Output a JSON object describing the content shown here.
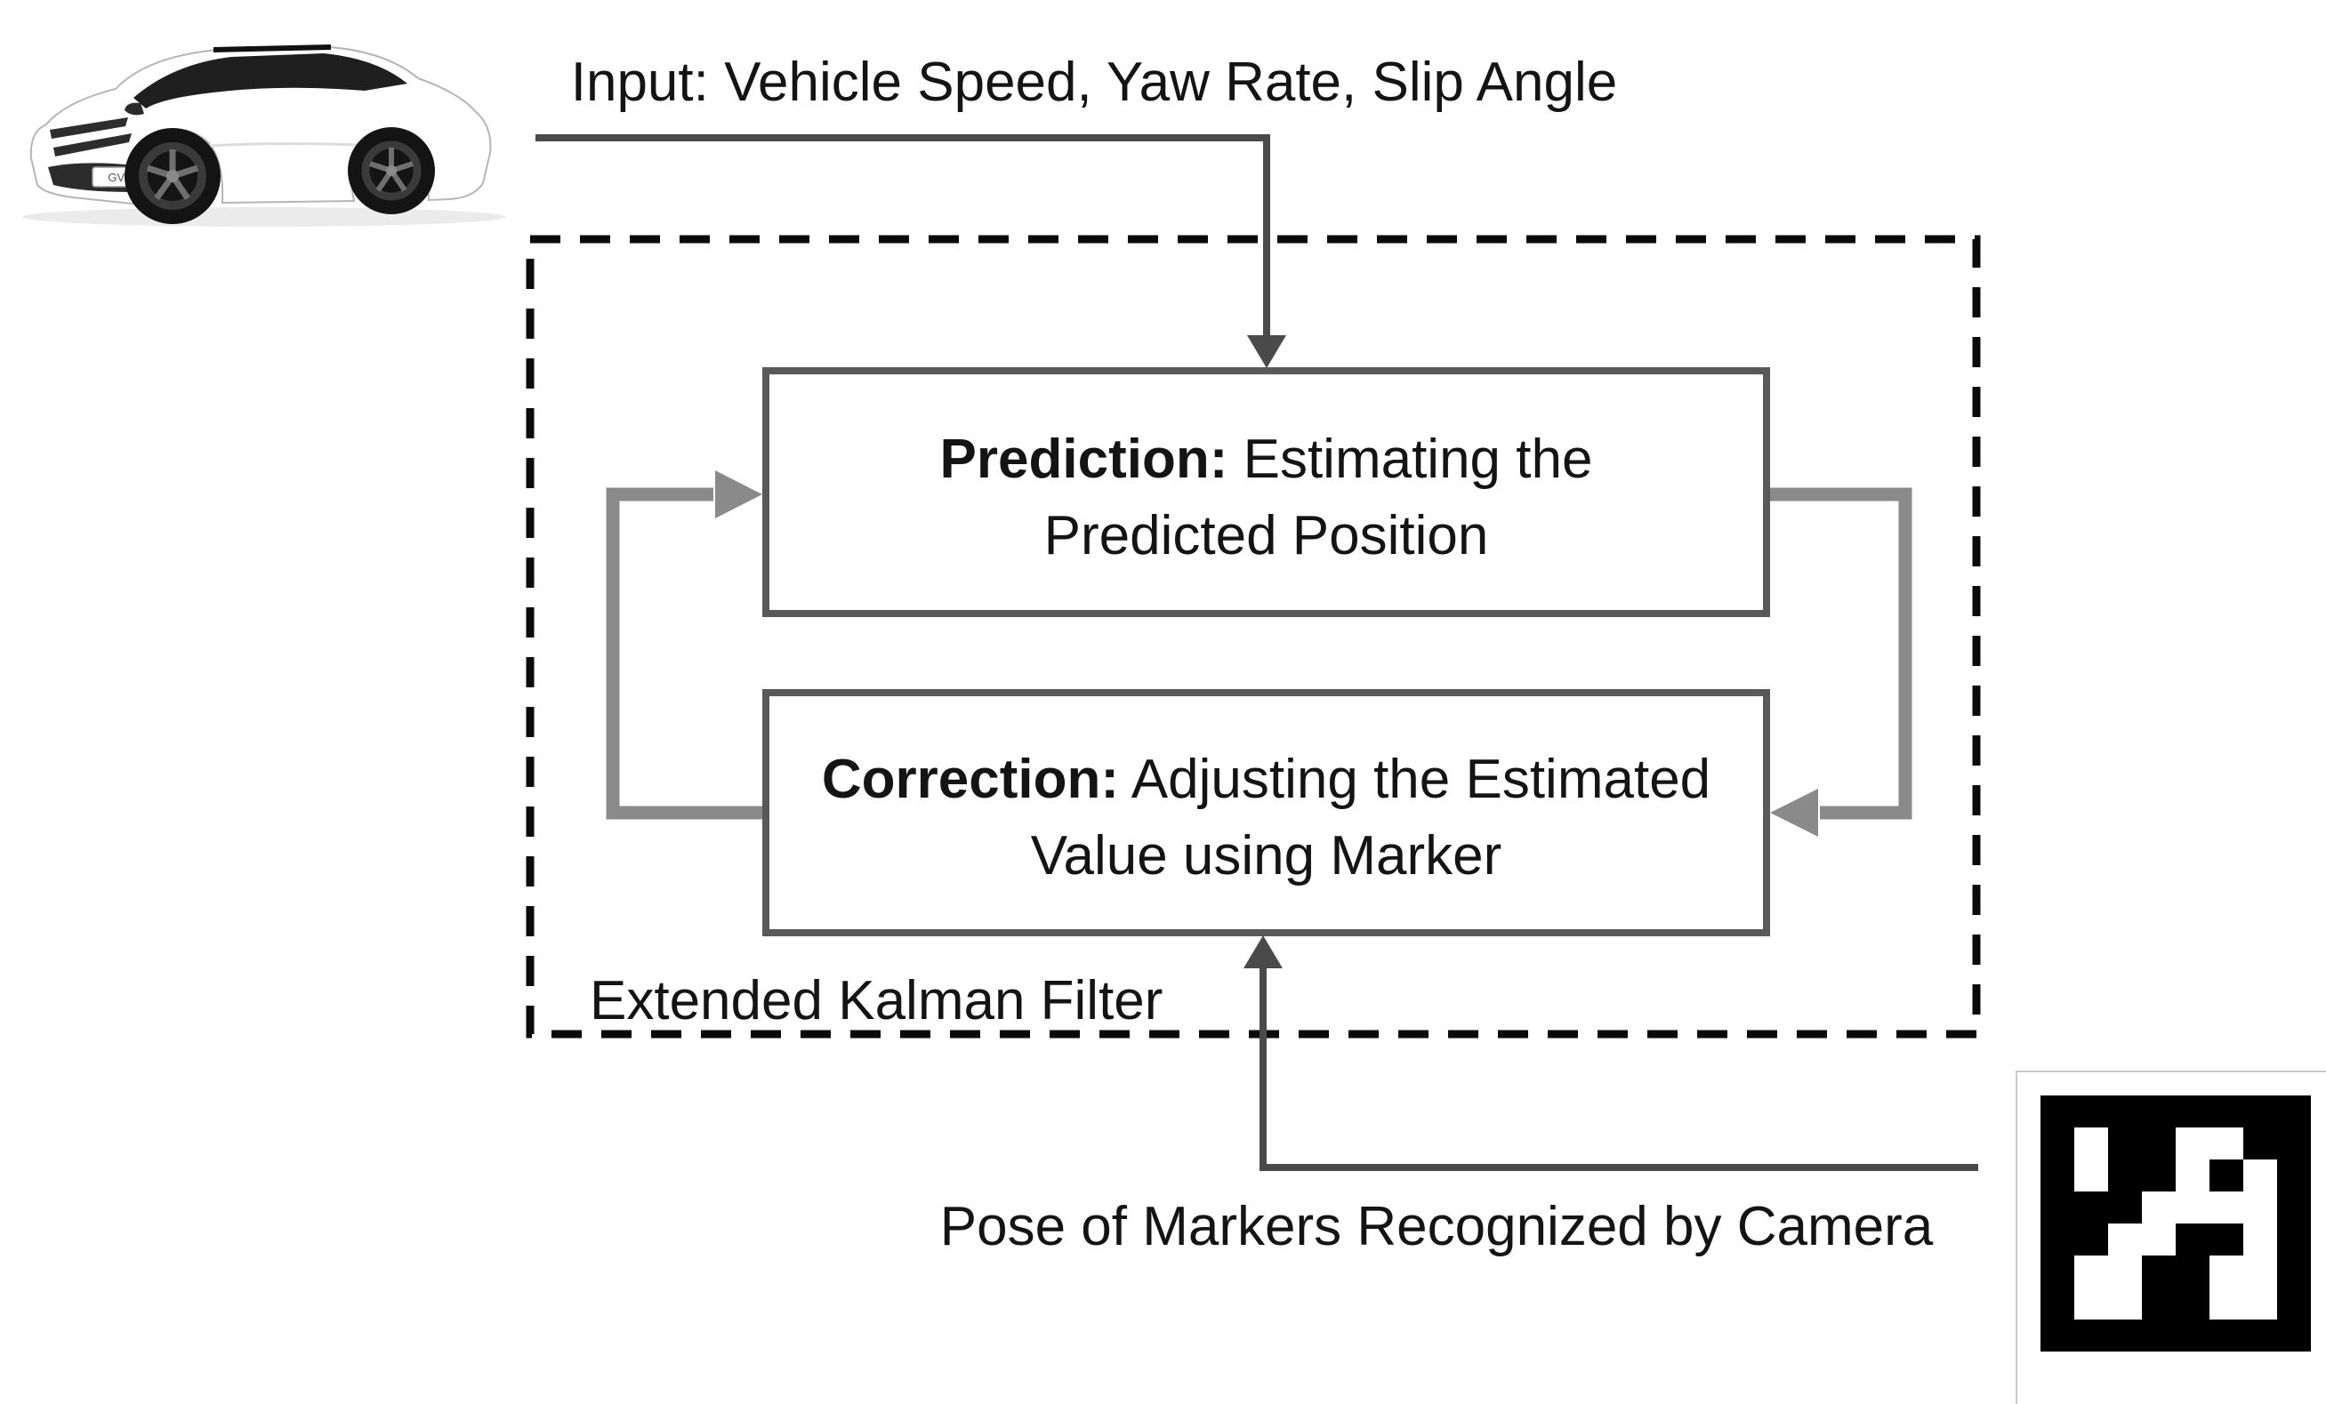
{
  "diagram": {
    "input_label": "Input: Vehicle Speed, Yaw Rate, Slip Angle",
    "pose_label": "Pose of Markers Recognized by Camera",
    "ekf_label": "Extended Kalman Filter",
    "prediction": {
      "title": "Prediction:",
      "line1_rest": " Estimating the",
      "line2": "Predicted Position"
    },
    "correction": {
      "title": "Correction:",
      "line1_rest": " Adjusting the Estimated",
      "line2": "Value using Marker"
    }
  },
  "car": {
    "plate": "GV60"
  },
  "aruco_marker": {
    "grid_size": 8,
    "rows": [
      "00000000",
      "01001100",
      "01001010",
      "00011110",
      "00110010",
      "01100110",
      "01100110",
      "00000000"
    ]
  },
  "colors": {
    "arrow_dark": "#4a4a4a",
    "loop_gray": "#8a8a8a",
    "box_border": "#595959",
    "dashed_border": "#0a0a0a",
    "text": "#141414",
    "card_border": "#c9c9c9"
  }
}
